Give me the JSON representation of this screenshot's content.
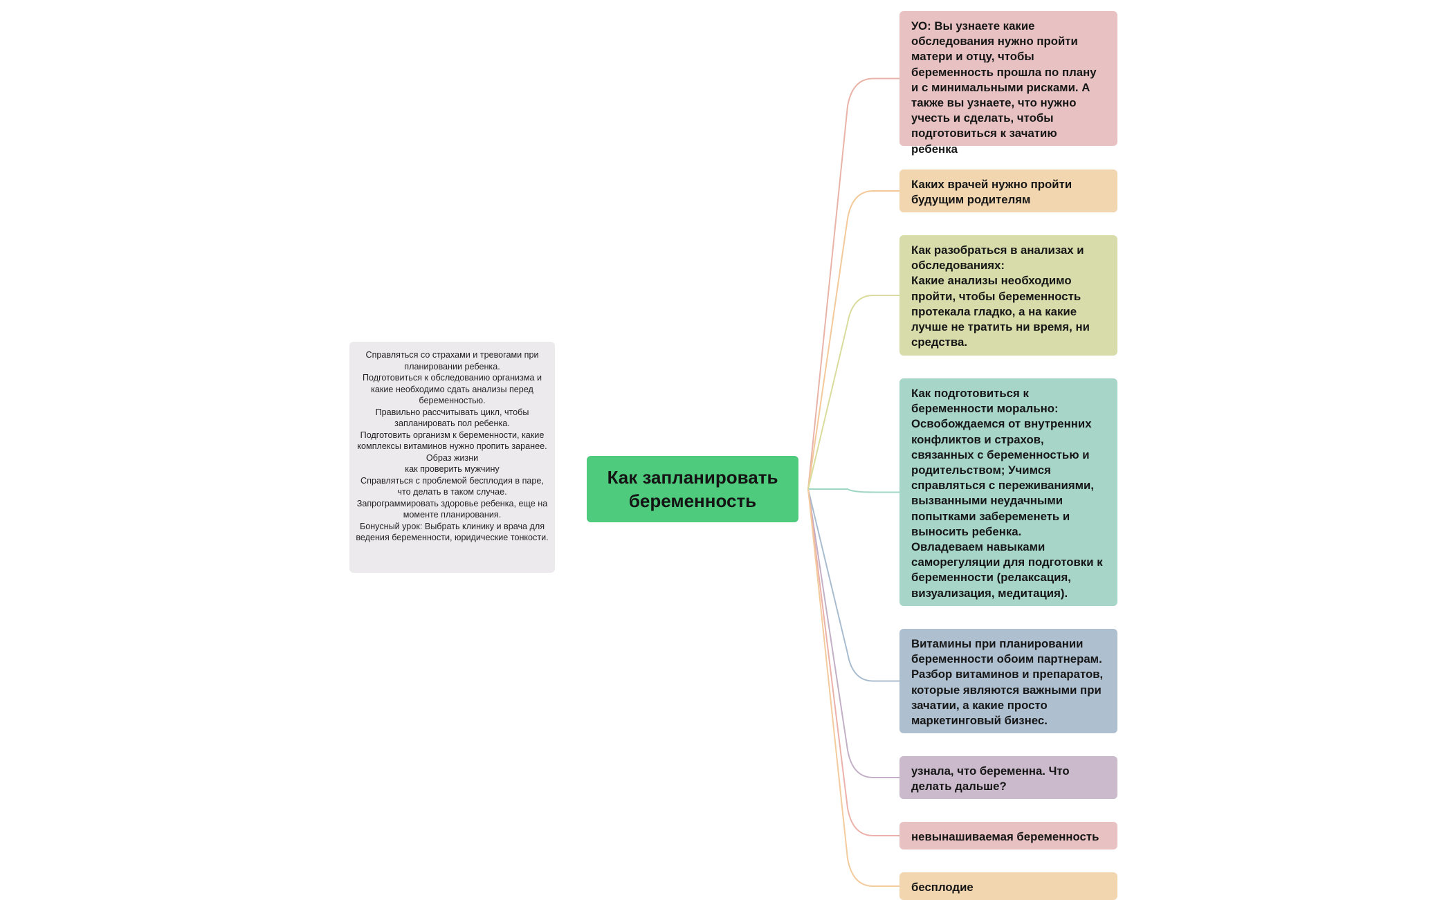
{
  "central": {
    "title": "Как запланировать беременность"
  },
  "note": {
    "lines": [
      "Справляться со страхами и тревогами при планировании ребенка.",
      "Подготовиться к обследованию организма и какие необходимо сдать анализы перед беременностью.",
      "Правильно рассчитывать цикл, чтобы запланировать пол ребенка.",
      "Подготовить организм к беременности, какие комплексы витаминов нужно пропить заранее.",
      "Образ жизни",
      "как проверить мужчину",
      "Справляться с проблемой бесплодия в паре, что делать в таком случае.",
      "Запрограммировать здоровье ребенка, еще на моменте планирования.",
      "Бонусный урок: Выбрать клинику и врача для ведения беременности, юридические тонкости."
    ]
  },
  "topics": [
    {
      "lines": [
        "УО: Вы узнаете какие обследования нужно пройти матери и отцу, чтобы беременность прошла по плану и с минимальными рисками. А также вы узнаете, что нужно учесть и сделать, чтобы подготовиться к зачатию ребенка"
      ],
      "color": "#e8c2c2",
      "line_color": "#e9b3a8"
    },
    {
      "lines": [
        "Каких врачей нужно пройти будущим родителям"
      ],
      "color": "#f2d6b0",
      "line_color": "#f3c99a"
    },
    {
      "lines": [
        "Как разобраться в анализах и обследованиях:",
        "Какие анализы необходимо пройти, чтобы беременность протекала гладко, а на какие лучше не тратить ни время, ни средства."
      ],
      "color": "#d8dcaa",
      "line_color": "#d9dc9c"
    },
    {
      "lines": [
        "Как подготовиться к беременности морально:",
        "Освобождаемся от внутренних конфликтов и страхов, связанных с беременностью и родительством; Учимся справляться с переживаниями, вызванными  неудачными попытками забеременеть и выносить ребенка.",
        "Овладеваем навыками саморегуляции для подготовки к беременности (релаксация, визуализация, медитация)."
      ],
      "color": "#a7d5c8",
      "line_color": "#9fd6c6"
    },
    {
      "lines": [
        "Витамины при планировании беременности обоим партнерам. Разбор витаминов и препаратов, которые являются важными при зачатии, а какие просто маркетинговый бизнес."
      ],
      "color": "#aebfd0",
      "line_color": "#a9bccf"
    },
    {
      "lines": [
        "узнала, что беременна. Что делать дальше?"
      ],
      "color": "#cabacb",
      "line_color": "#c3afc6"
    },
    {
      "lines": [
        "невынашиваемая беременность"
      ],
      "color": "#e8c2c2",
      "line_color": "#ebb1aa"
    },
    {
      "lines": [
        "бесплодие"
      ],
      "color": "#f2d6b0",
      "line_color": "#f3cb9c"
    }
  ]
}
